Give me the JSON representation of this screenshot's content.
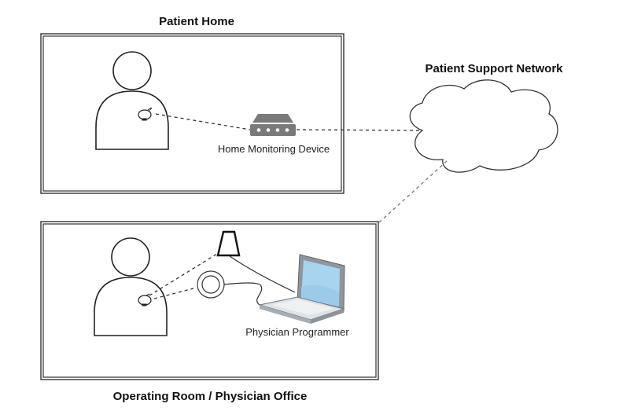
{
  "diagram": {
    "regions": {
      "patient_home": {
        "title": "Patient Home"
      },
      "operating_room": {
        "title": "Operating Room / Physician Office"
      },
      "network": {
        "title": "Patient Support Network"
      }
    },
    "devices": {
      "home_monitor": {
        "label": "Home Monitoring Device",
        "icon": "router-icon",
        "color": "#7a7a7a"
      },
      "programmer": {
        "label": "Physician Programmer",
        "icon": "laptop-icon",
        "screen_color": "#a9d4ef"
      },
      "wand": {
        "icon": "programming-wand-icon"
      },
      "telemetry_head": {
        "icon": "telemetry-ring-icon"
      }
    },
    "connections": [
      {
        "from": "implant-home",
        "to": "home_monitor",
        "style": "dashed"
      },
      {
        "from": "home_monitor",
        "to": "network",
        "style": "dashed"
      },
      {
        "from": "network",
        "to": "operating_room",
        "style": "dashed"
      },
      {
        "from": "implant-or",
        "to": "wand",
        "style": "dashed"
      },
      {
        "from": "implant-or",
        "to": "telemetry_head",
        "style": "dashed"
      },
      {
        "from": "wand",
        "to": "programmer",
        "style": "solid"
      },
      {
        "from": "telemetry_head",
        "to": "programmer",
        "style": "solid"
      }
    ]
  }
}
